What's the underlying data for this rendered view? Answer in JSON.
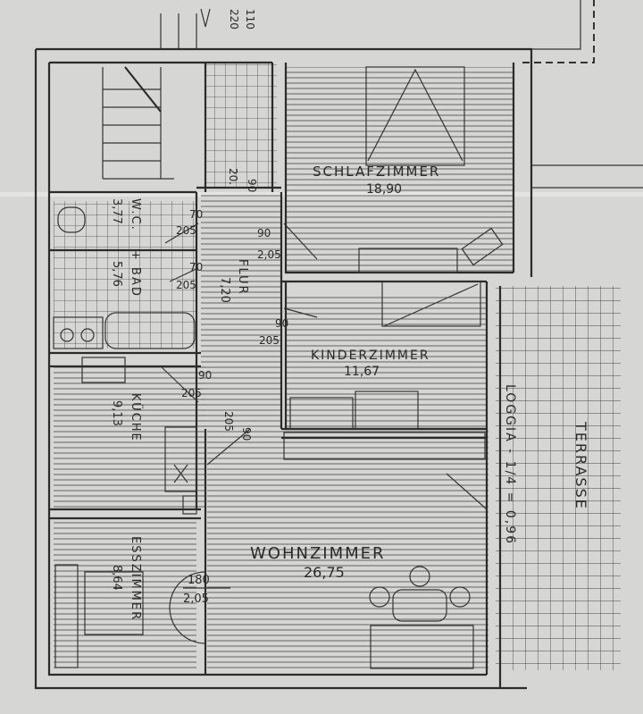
{
  "rooms": {
    "schlafzimmer": {
      "name": "SCHLAFZIMMER",
      "area": "18,90"
    },
    "wc": {
      "name": "W.C.",
      "area": "3,77"
    },
    "bad": {
      "name": "+ BAD",
      "area": "5,76"
    },
    "flur": {
      "name": "FLUR",
      "area": "7,20"
    },
    "kinderzimmer": {
      "name": "KINDERZIMMER",
      "area": "11,67"
    },
    "kueche": {
      "name": "KÜCHE",
      "area": "9,13"
    },
    "wohnzimmer": {
      "name": "WOHNZIMMER",
      "area": "26,75"
    },
    "esszimmer": {
      "name": "ESSZIMMER",
      "area": "8,64"
    },
    "loggia": {
      "name": "LOGGIA - 1/4 = 0,96"
    },
    "terrasse": {
      "name": "TERRASSE"
    }
  },
  "doors": {
    "top_stair": {
      "w": "110",
      "h": "220"
    },
    "flur_top": {
      "w": "90",
      "h": "20."
    },
    "wc_door": {
      "w": "70",
      "h": "205"
    },
    "bad_door": {
      "w": "70",
      "h": "205"
    },
    "schlaf_door": {
      "w": "90",
      "h": "2,05"
    },
    "kinder_door": {
      "w": "90",
      "h": "205"
    },
    "kueche_door": {
      "w": "90",
      "h": "205"
    },
    "wohn_door": {
      "w": "205",
      "h": "90"
    },
    "ess_opening": {
      "w": "180",
      "h": "2,05"
    }
  }
}
